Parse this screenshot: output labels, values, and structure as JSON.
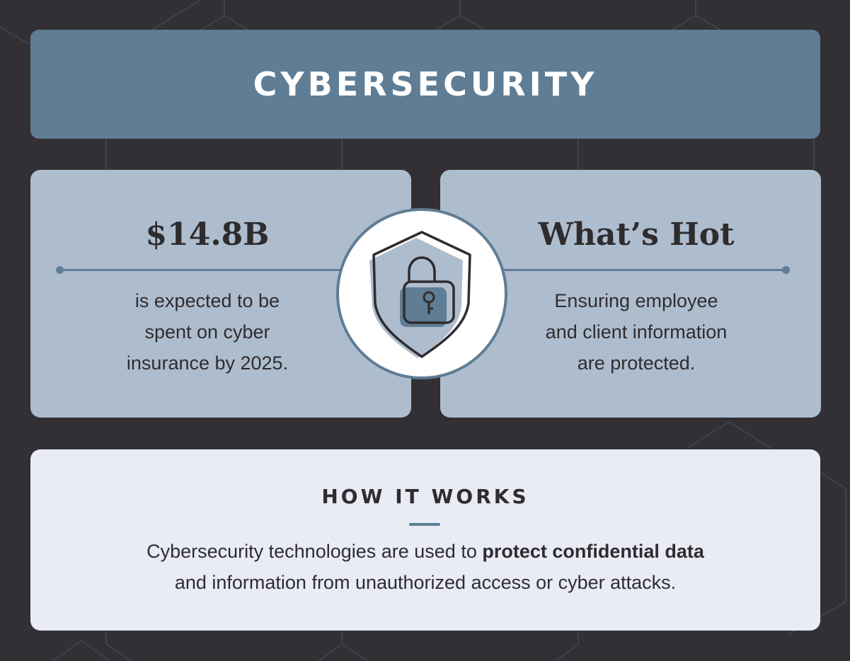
{
  "colors": {
    "background": "#323034",
    "hex_lines": "#3d434b",
    "title_bg": "#5f7d94",
    "stat_bg": "#aebdce",
    "works_bg": "#e9ecf4",
    "accent": "#5f7d94",
    "text_dark": "#2f2c2e",
    "white": "#ffffff"
  },
  "header": {
    "title": "CYBERSECURITY"
  },
  "stat_left": {
    "value": "$14.8B",
    "description": "is expected to be spent on cyber insurance by 2025.",
    "lines": [
      "is expected to be",
      "spent on cyber",
      "insurance by 2025."
    ]
  },
  "stat_right": {
    "heading": "What’s Hot",
    "description": "Ensuring employee and client information are protected.",
    "lines": [
      "Ensuring employee",
      "and client information",
      "are protected."
    ]
  },
  "center_icon": {
    "icon": "shield-lock-icon"
  },
  "how_it_works": {
    "title": "HOW IT WORKS",
    "text_before_bold": "Cybersecurity technologies are used to ",
    "text_bold": "protect confidential data",
    "text_after_bold": "and information from unauthorized access or cyber attacks."
  }
}
